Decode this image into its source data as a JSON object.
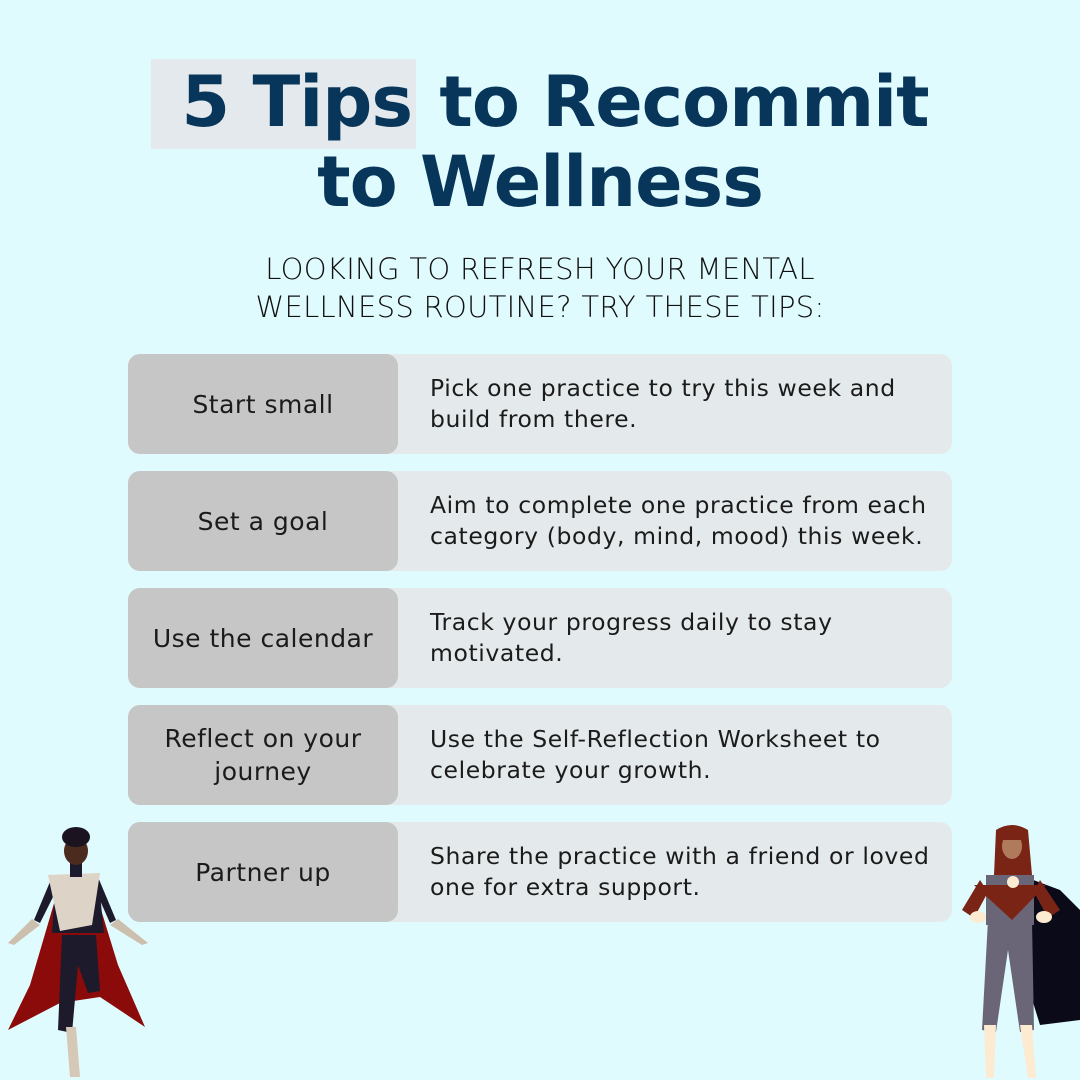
{
  "header": {
    "title_highlight": "5 Tips",
    "title_rest_line1": " to Recommit",
    "title_line2": "to Wellness",
    "subtitle_line1": "LOOKING TO REFRESH YOUR MENTAL",
    "subtitle_line2": "WELLNESS ROUTINE? TRY THESE TIPS:"
  },
  "tips": [
    {
      "label": "Start small",
      "description": "Pick one practice to try this week and build from there."
    },
    {
      "label": "Set a goal",
      "description": "Aim to complete one practice from each category (body, mind, mood) this week."
    },
    {
      "label": "Use the calendar",
      "description": "Track your progress daily to stay motivated."
    },
    {
      "label": "Reflect on your journey",
      "description": "Use the Self-Reflection Worksheet to celebrate your growth."
    },
    {
      "label": "Partner up",
      "description": "Share the practice with a friend or loved one for extra support."
    }
  ],
  "illustrations": {
    "left": "superhero-man-red-cape",
    "right": "superhero-woman-black-cape"
  },
  "colors": {
    "background": "#e0fbfe",
    "title": "#08365a",
    "title_highlight_bg": "#e3e9ec",
    "label_bg": "#c6c6c6",
    "row_bg": "#e4eaeb"
  }
}
